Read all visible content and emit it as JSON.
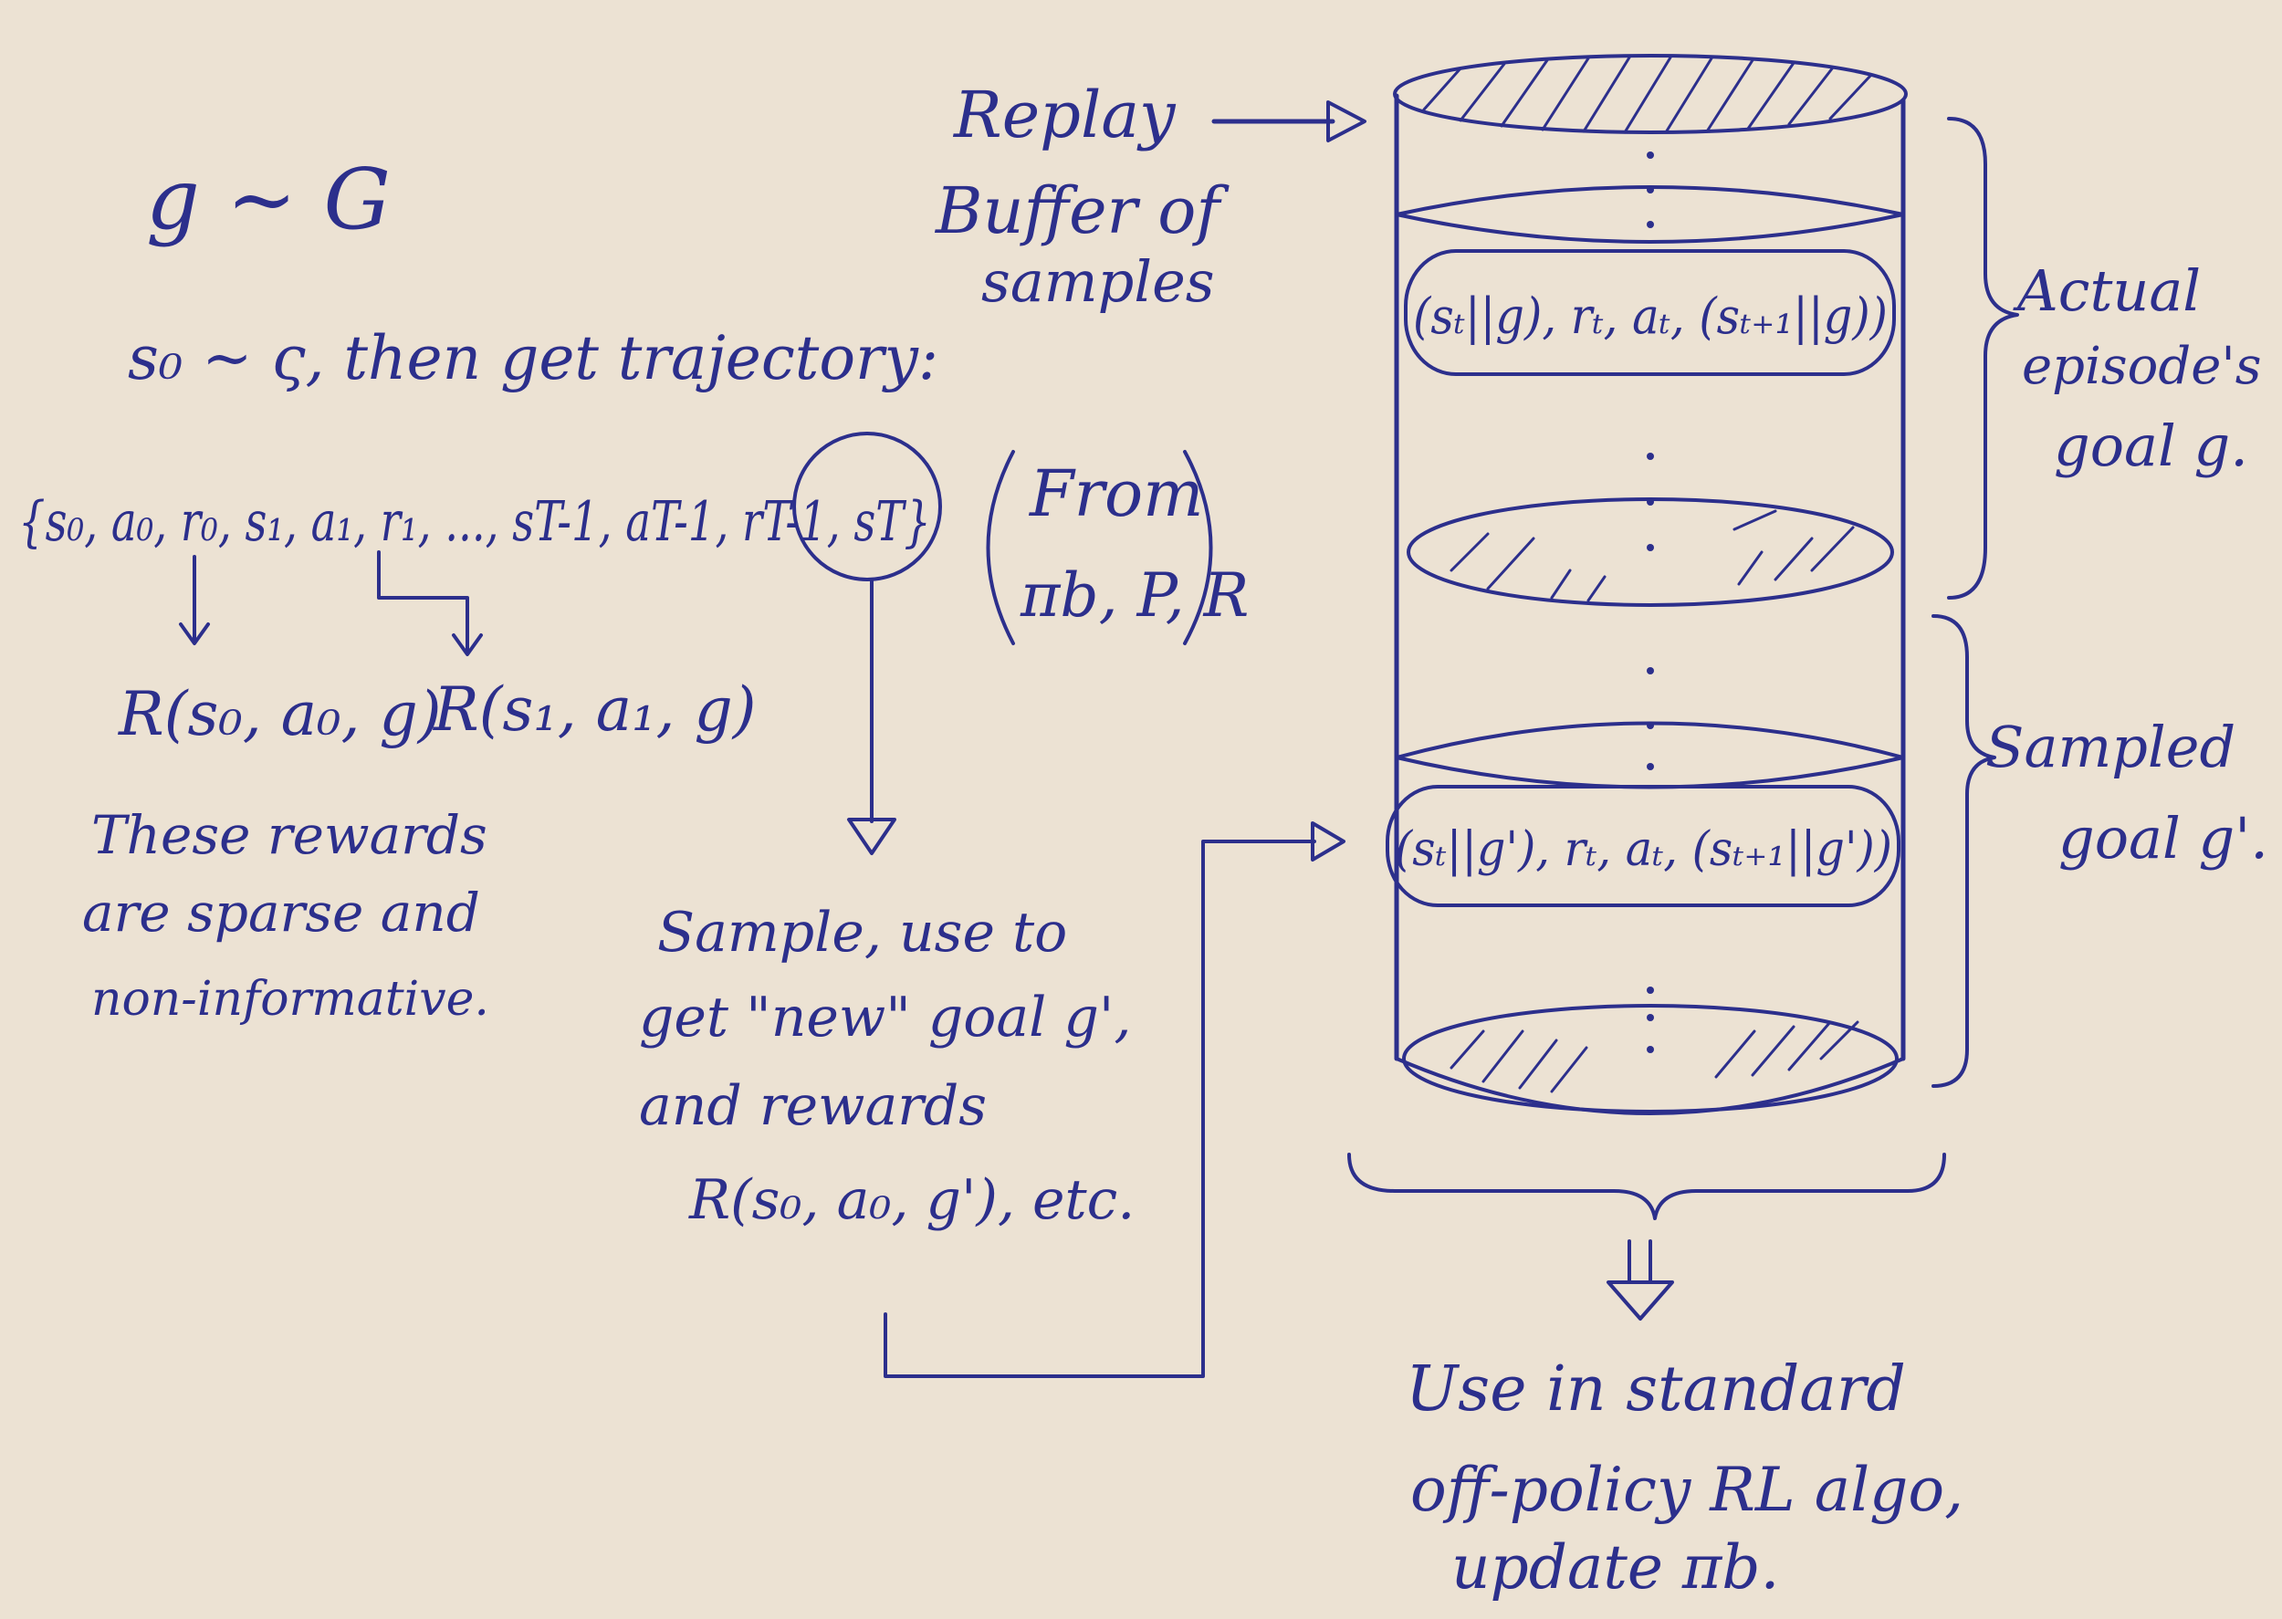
{
  "colors": {
    "paper": "#ece2d3",
    "ink": "#2c2f8c"
  },
  "left": {
    "goal_dist": "g ~ G",
    "start_line": "s₀ ~ ς, then get trajectory:",
    "trajectory": "{s₀, a₀, r₀, s₁, a₁, r₁, ..., sT-1, aT-1, rT-1, sT}",
    "reward_1": "R(s₀, a₀, g)",
    "reward_2": "R(s₁, a₁, g)",
    "note": [
      "These rewards",
      "are sparse and",
      "non-informative."
    ]
  },
  "from_note": {
    "line1": "From",
    "line2": "πb, P, R"
  },
  "sample_note": [
    "Sample, use to",
    "get \"new\" goal g',",
    "and rewards",
    "R(s₀, a₀, g'), etc."
  ],
  "buffer": {
    "label": [
      "Replay",
      "Buffer of",
      "samples"
    ],
    "entry_actual": "(sₜ||g), rₜ, aₜ, (sₜ₊₁||g))",
    "entry_sampled": "(sₜ||g'), rₜ, aₜ, (sₜ₊₁||g'))"
  },
  "braces": {
    "actual": [
      "Actual",
      "episode's",
      "goal g."
    ],
    "sampled": [
      "Sampled",
      "goal g'."
    ]
  },
  "bottom_note": [
    "Use in standard",
    "off-policy RL algo,",
    "update πb."
  ]
}
